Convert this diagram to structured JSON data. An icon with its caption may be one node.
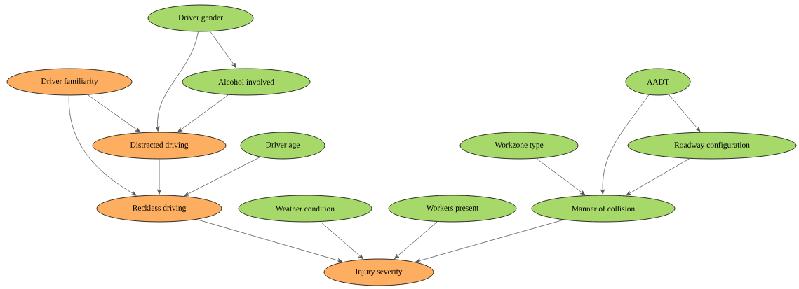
{
  "diagram": {
    "nodes": [
      {
        "text": [
          "Driver gender"
        ]
      },
      {
        "text": [
          "Driver familiarity"
        ]
      },
      {
        "text": [
          "Alcohol involved"
        ]
      },
      {
        "text": [
          "AADT"
        ]
      },
      {
        "text": [
          "Distracted driving"
        ]
      },
      {
        "text": [
          "Driver age"
        ]
      },
      {
        "text": [
          "Workzone type"
        ]
      },
      {
        "text": [
          "Roadway configuration"
        ]
      },
      {
        "text": [
          "Reckless driving"
        ]
      },
      {
        "text": [
          "Weather condition"
        ]
      },
      {
        "text": [
          "Workers present"
        ]
      },
      {
        "text": [
          "Manner of collision"
        ]
      },
      {
        "text": [
          "Injury severity"
        ]
      }
    ],
    "edges": [
      {
        "from": 0,
        "to": 2,
        "arrow": "to"
      },
      {
        "from": 0,
        "to": 4,
        "arrow": "to"
      },
      {
        "from": 1,
        "to": 4,
        "arrow": "to"
      },
      {
        "from": 2,
        "to": 4,
        "arrow": "to"
      },
      {
        "from": 1,
        "to": 8,
        "arrow": "to"
      },
      {
        "from": 4,
        "to": 8,
        "arrow": "to"
      },
      {
        "from": 5,
        "to": 8,
        "arrow": "to"
      },
      {
        "from": 3,
        "to": 7,
        "arrow": "to"
      },
      {
        "from": 3,
        "to": 11,
        "arrow": "to"
      },
      {
        "from": 6,
        "to": 11,
        "arrow": "to"
      },
      {
        "from": 7,
        "to": 11,
        "arrow": "to"
      },
      {
        "from": 8,
        "to": 12,
        "arrow": "to"
      },
      {
        "from": 9,
        "to": 12,
        "arrow": "to"
      },
      {
        "from": 10,
        "to": 12,
        "arrow": "to"
      },
      {
        "from": 11,
        "to": 12,
        "arrow": "to"
      }
    ]
  }
}
